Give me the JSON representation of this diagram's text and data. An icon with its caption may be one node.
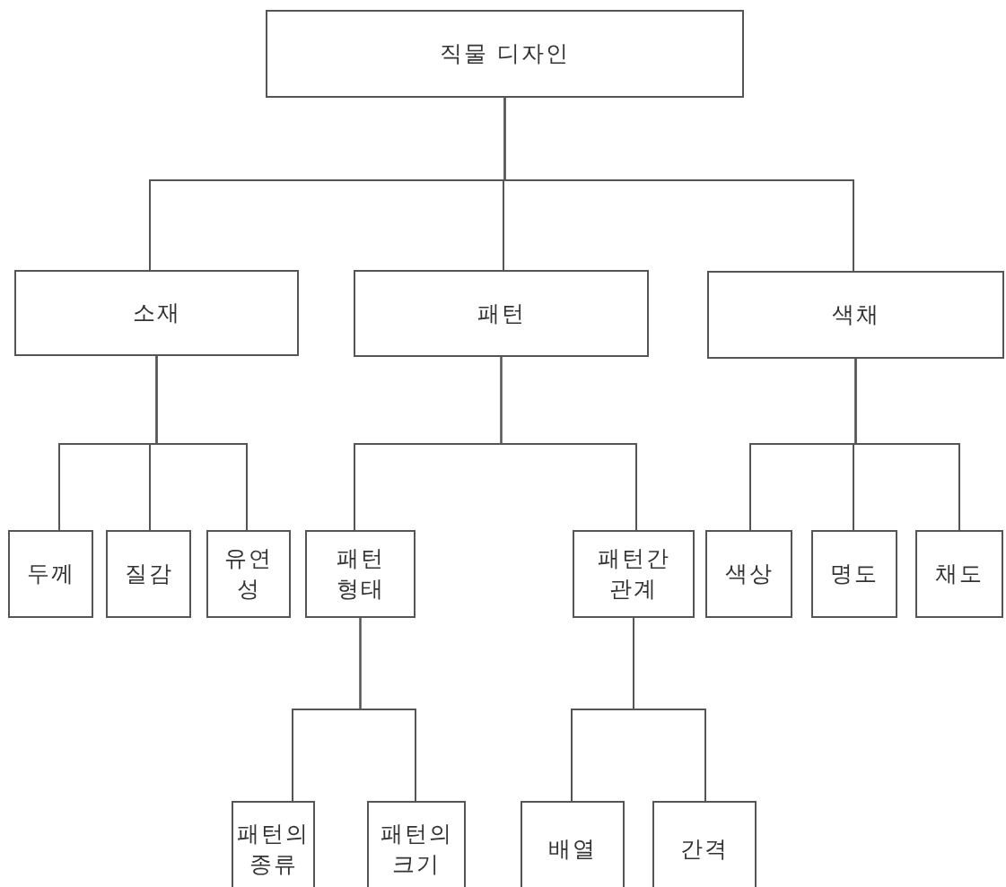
{
  "diagram": {
    "nodes": [
      {
        "text": [
          "직물 디자인"
        ]
      },
      {
        "text": [
          "소재"
        ]
      },
      {
        "text": [
          "패턴"
        ]
      },
      {
        "text": [
          "색채"
        ]
      },
      {
        "text": [
          "두께"
        ]
      },
      {
        "text": [
          "질감"
        ]
      },
      {
        "text": [
          "유연성"
        ]
      },
      {
        "text": [
          "패턴 형태"
        ]
      },
      {
        "text": [
          "패턴간 관계"
        ]
      },
      {
        "text": [
          "색상"
        ]
      },
      {
        "text": [
          "명도"
        ]
      },
      {
        "text": [
          "채도"
        ]
      },
      {
        "text": [
          "패턴의 종류"
        ]
      },
      {
        "text": [
          "패턴의 크기"
        ]
      },
      {
        "text": [
          "배열"
        ]
      },
      {
        "text": [
          "간격"
        ]
      }
    ],
    "edges": [
      {
        "from": 0,
        "to": 1,
        "arrow": "none"
      },
      {
        "from": 0,
        "to": 2,
        "arrow": "none"
      },
      {
        "from": 0,
        "to": 3,
        "arrow": "none"
      },
      {
        "from": 1,
        "to": 4,
        "arrow": "none"
      },
      {
        "from": 1,
        "to": 5,
        "arrow": "none"
      },
      {
        "from": 1,
        "to": 6,
        "arrow": "none"
      },
      {
        "from": 2,
        "to": 7,
        "arrow": "none"
      },
      {
        "from": 2,
        "to": 8,
        "arrow": "none"
      },
      {
        "from": 3,
        "to": 9,
        "arrow": "none"
      },
      {
        "from": 3,
        "to": 10,
        "arrow": "none"
      },
      {
        "from": 3,
        "to": 11,
        "arrow": "none"
      },
      {
        "from": 7,
        "to": 12,
        "arrow": "none"
      },
      {
        "from": 7,
        "to": 13,
        "arrow": "none"
      },
      {
        "from": 8,
        "to": 14,
        "arrow": "none"
      },
      {
        "from": 8,
        "to": 15,
        "arrow": "none"
      }
    ]
  }
}
